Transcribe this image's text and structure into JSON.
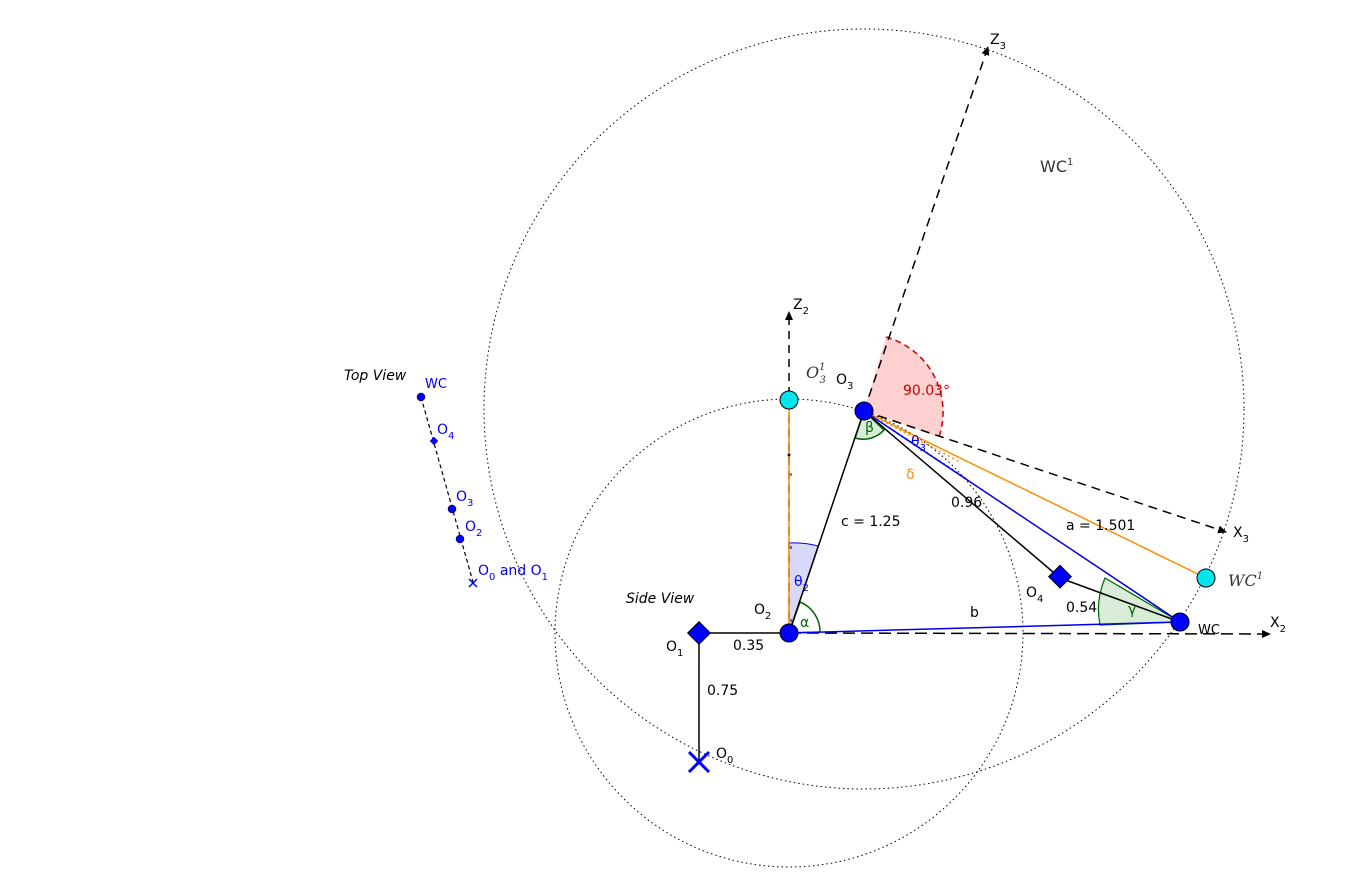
{
  "labels": {
    "z3": "Z",
    "z3_sub": "3",
    "wc1_top": "WC",
    "wc1_top_sup": "1",
    "z2": "Z",
    "z2_sub": "2",
    "o3_1": "O",
    "o3_1_sub": "3",
    "o3_1_sup": "1",
    "o3": "O",
    "o3_sub": "3",
    "angle_value": "90.03°",
    "beta": "β",
    "theta3": "θ",
    "theta3_sub": "3",
    "delta": "δ",
    "len_096": "0.96",
    "c_len": "c = 1.25",
    "a_len": "a = 1.501",
    "x3": "X",
    "x3_sub": "3",
    "wc1_right": "WC",
    "wc1_right_sup": "1",
    "theta2": "θ",
    "theta2_sub": "2",
    "alpha": "α",
    "gamma": "γ",
    "o2": "O",
    "o2_sub": "2",
    "b_len": "b",
    "o4": "O",
    "o4_sub": "4",
    "len_054": "0.54",
    "wc": "WC",
    "x2": "X",
    "x2_sub": "2",
    "o1": "O",
    "o1_sub": "1",
    "len_035": "0.35",
    "len_075": "0.75",
    "o0": "O",
    "o0_sub": "0",
    "side_view": "Side View",
    "top_view": "Top View",
    "tv_wc": "WC",
    "tv_o4": "O",
    "tv_o4_sub": "4",
    "tv_o3": "O",
    "tv_o3_sub": "3",
    "tv_o2": "O",
    "tv_o2_sub": "2",
    "tv_o0": "O",
    "tv_o0_sub": "0",
    "tv_and": " and O",
    "tv_o1_sub": "1"
  },
  "colors": {
    "blue": "#0000ee",
    "point_blue": "#0000ff",
    "cyan": "#00e5ee",
    "orange": "#ff8c00",
    "red": "#cc0000",
    "green": "#006400",
    "pink_fill": "#ffd0d0",
    "lavender_fill": "#d8d8f8",
    "green_fill": "#d8ecd8"
  }
}
